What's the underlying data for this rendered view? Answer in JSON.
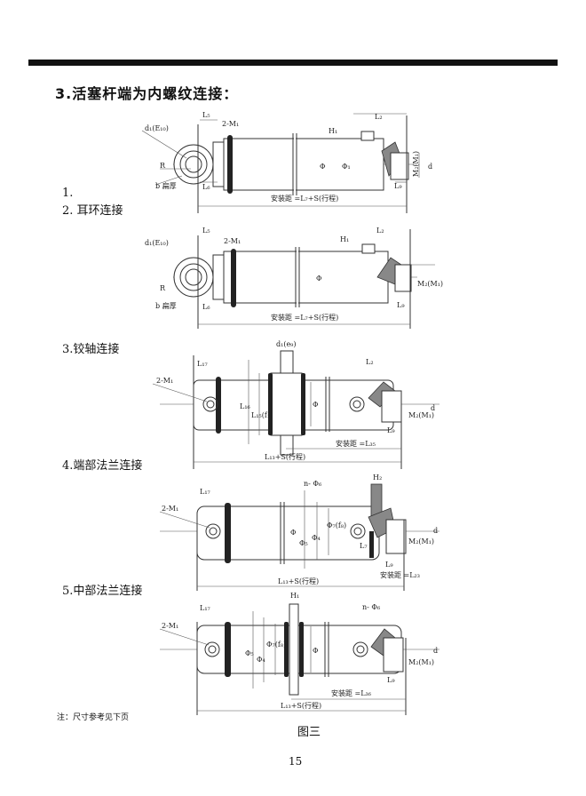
{
  "header": {
    "title": "3.活塞杆端为内螺纹连接："
  },
  "sections": [
    {
      "label": "1."
    },
    {
      "label": "2. 耳环连接"
    },
    {
      "label": "3.铰轴连接"
    },
    {
      "label": "4.端部法兰连接"
    },
    {
      "label": "5.中部法兰连接"
    }
  ],
  "drawings": {
    "eye1": {
      "d1": "d₁(E₁₀)",
      "m1": "2-M₁",
      "r": "R",
      "b": "b 扁厚",
      "l5": "L₅",
      "l6": "L₆",
      "h1": "H₁",
      "l2": "L₂",
      "l9": "L₉",
      "phi": "Φ",
      "phi1": "Φ₁",
      "m2": "M₂(M₁)",
      "d": "d",
      "install": "安装距 =L₇+S(行程)"
    },
    "eye2": {
      "d1": "d₁(E₁₀)",
      "m1": "2-M₁",
      "r": "R",
      "b": "b 扁厚",
      "l5": "L₅",
      "l6": "L₆",
      "h1": "H₁",
      "l2": "L₂",
      "l9": "L₉",
      "phi": "Φ",
      "m2": "M₂(M₁)",
      "install": "安装距 =L₇+S(行程)"
    },
    "trunnion": {
      "d1": "d₁(e₉)",
      "l17": "L₁₇",
      "m1": "2-M₁",
      "l16": "L₁₆",
      "l15": "L₁₅(f₁)",
      "phi": "Φ",
      "l2": "L₂",
      "l9": "L₉",
      "m2": "M₂(M₁)",
      "d": "d",
      "install": "安装距 =L₃₅",
      "total": "L₁₃+S(行程)"
    },
    "endflange": {
      "nphi": "n- Φ₆",
      "h2": "H₂",
      "l17": "L₁₇",
      "m1": "2-M₁",
      "phi": "Φ",
      "phi5": "Φ₅",
      "phi4": "Φ₄",
      "phi7": "Φ₇(f₈)",
      "l7": "L₇",
      "l9": "L₉",
      "m2": "M₂(M₁)",
      "d": "d",
      "install": "安装距 =L₂₃",
      "total": "L₁₃+S(行程)"
    },
    "midflange": {
      "h1": "H₁",
      "nphi": "n- Φ₆",
      "l17": "L₁₇",
      "m1": "2-M₁",
      "phi5": "Φ₅",
      "phi4": "Φ₄",
      "phi7": "Φ₇(f₈)",
      "phi": "Φ",
      "l9": "L₉",
      "m2": "M₂(M₁)",
      "d": "d",
      "install": "安装距 =L₃₆",
      "total": "L₁₃+S(行程)"
    }
  },
  "footer": {
    "note": "注：尺寸参考见下页",
    "figure": "图三",
    "page": "15"
  }
}
